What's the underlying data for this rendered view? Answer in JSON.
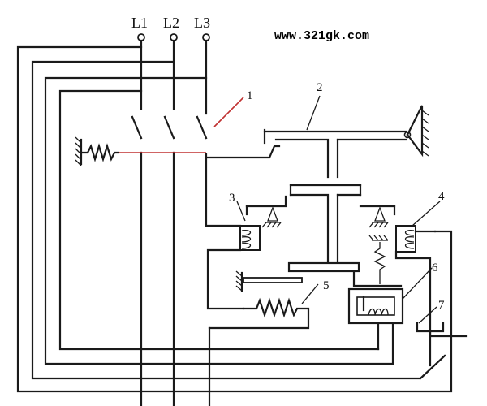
{
  "watermark": "www.321gk.com",
  "terminals": [
    "L1",
    "L2",
    "L3"
  ],
  "part_labels": [
    "1",
    "2",
    "3",
    "4",
    "5",
    "6",
    "7"
  ]
}
